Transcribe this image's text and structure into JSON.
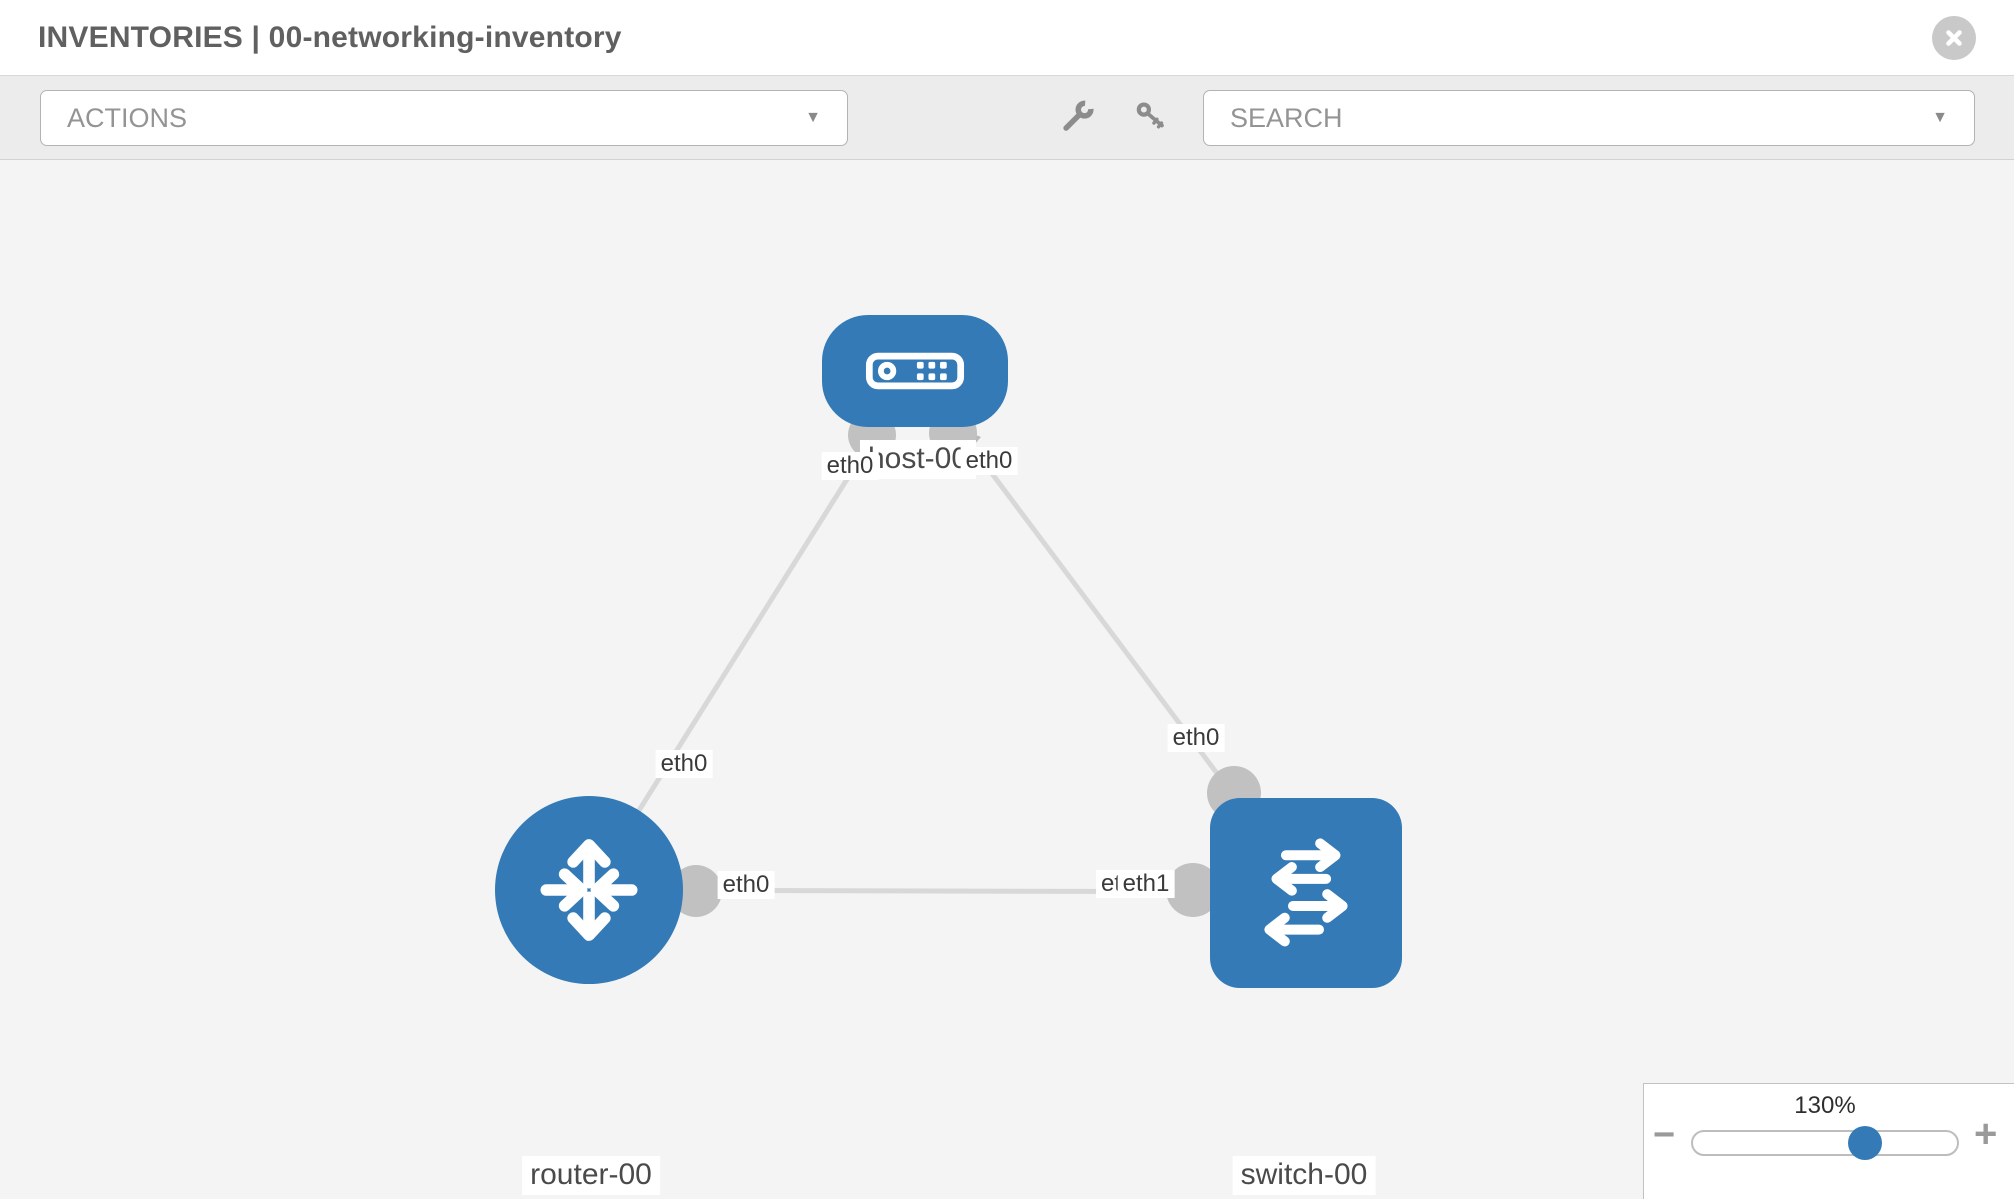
{
  "header": {
    "title": "INVENTORIES | 00-networking-inventory"
  },
  "toolbar": {
    "actions_label": "ACTIONS",
    "search_label": "SEARCH",
    "caret": "▼"
  },
  "topology": {
    "nodes": {
      "host": {
        "label": "host-00",
        "type": "host"
      },
      "router": {
        "label": "router-00",
        "type": "router"
      },
      "switch": {
        "label": "switch-00",
        "type": "switch"
      }
    },
    "interfaces": {
      "host_router_host_side": "eth0",
      "host_router_router_side": "eth0",
      "host_switch_host_side": "eth0",
      "host_switch_switch_side": "eth0",
      "router_switch_router_side": "eth0",
      "router_switch_switch_rear": "eth0",
      "router_switch_switch_side": "eth1"
    },
    "links": [
      {
        "from": "host-00",
        "to": "router-00",
        "from_iface": "eth0",
        "to_iface": "eth0"
      },
      {
        "from": "host-00",
        "to": "switch-00",
        "from_iface": "eth0",
        "to_iface": "eth0"
      },
      {
        "from": "router-00",
        "to": "switch-00",
        "from_iface": "eth0",
        "to_iface": "eth1"
      }
    ]
  },
  "zoom_control": {
    "level": "130%",
    "minus": "−",
    "plus": "+"
  },
  "colors": {
    "node_blue": "#337ab7",
    "link_gray": "#d8d8d8",
    "interface_dot_gray": "#c1c1c1",
    "slider_thumb_blue": "#337ab7"
  }
}
